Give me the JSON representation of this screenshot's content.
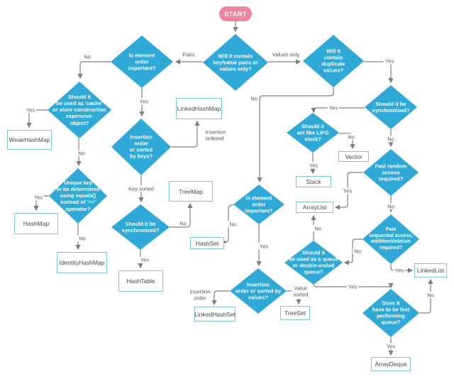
{
  "diagram_title": "Java Collections selection flowchart",
  "colors": {
    "decision_fill": "#2FA9D8",
    "result_border": "#7AC8D4",
    "start_fill": "#F0849E",
    "connector": "#7f7f7f",
    "label_text": "#555555"
  },
  "start": {
    "label": "START"
  },
  "decisions": {
    "pairs_or_values": {
      "label": [
        "Will it contain",
        "key/value pairs or",
        "values only?"
      ]
    },
    "order_important_map": {
      "label": [
        "Is element",
        "order",
        "important?"
      ]
    },
    "cache_object": {
      "label": [
        "Should it",
        "be used as 'cache'",
        "or store construction",
        "expensive-",
        "object?"
      ]
    },
    "unique_key_equals": {
      "label": [
        "Unique key",
        "to be determined",
        "using equals()",
        "instead of '=='",
        "operator?"
      ]
    },
    "insertion_or_keys": {
      "label": [
        "Insertion",
        "order",
        "or sorted",
        "by keys?"
      ]
    },
    "synchronized_map": {
      "label": [
        "Should it be",
        "synchronized?"
      ]
    },
    "duplicate_values": {
      "label": [
        "Will it",
        "contain",
        "duplicate",
        "values?"
      ]
    },
    "synchronized_list": {
      "label": [
        "Should it be",
        "synchronized?"
      ]
    },
    "lifo_stack": {
      "label": [
        "Should it",
        "act like LIFO",
        "stack?"
      ]
    },
    "fast_random_access": {
      "label": [
        "Fast random",
        "access",
        "required?"
      ]
    },
    "order_important_set": {
      "label": [
        "Is element",
        "order",
        "important?"
      ]
    },
    "fast_sequential": {
      "label": [
        "Fast",
        "sequential access,",
        "addition/deletion",
        "required?"
      ]
    },
    "queue_deque": {
      "label": [
        "Should it",
        "be used as a queue",
        "or double-ended",
        "queue?"
      ]
    },
    "insertion_or_values": {
      "label": [
        "Insertion",
        "order or sorted by",
        "values?"
      ]
    },
    "fast_queue": {
      "label": [
        "Does it",
        "have to be fast",
        "performing",
        "queue?"
      ]
    }
  },
  "results": {
    "weakhashmap": "WeakHashMap",
    "hashmap": "HashMap",
    "identityhashmap": "IdentityHashMap",
    "linkedhashmap": "LinkedHashMap",
    "treemap": "TreeMap",
    "hashset": "HashSet",
    "hashtable": "HashTable",
    "vector": "Vector",
    "stack": "Stack",
    "arraylist": "ArrayList",
    "linkedhashset": "LinkedHashSet",
    "treeset": "TreeSet",
    "linkedlist": "LinkedList",
    "arraydeque": "ArrayDeque"
  },
  "edge_labels": {
    "pairs": "Pairs",
    "values_only": "Values only",
    "no_order_map": "No",
    "yes_order_map": "Yes",
    "yes_cache": "Yes",
    "no_cache": "No",
    "yes_equals": "Yes",
    "no_equals": "No",
    "insertion_ordered": [
      "Insertion",
      "ordered"
    ],
    "key_sorted": "Key sorted",
    "no_sync_map": "No",
    "yes_sync_map": "Yes",
    "yes_duplicates": "Yes",
    "no_duplicates": "No",
    "yes_sync_list": "Yes",
    "no_sync_list": "No",
    "no_lifo": "No",
    "yes_lifo": "Yes",
    "yes_random": "Yes",
    "no_random": "No",
    "no_order_set": "No",
    "yes_order_set": "Yes",
    "no_sequential": "No",
    "yes_sequential": "Yes",
    "no_queue": "No",
    "yes_queue": "Yes",
    "insertion_order": [
      "Insertion",
      "order"
    ],
    "value_sorted": [
      "Value",
      "sorted"
    ],
    "yes_fast_queue": "Yes",
    "no_fast_queue": "No"
  }
}
